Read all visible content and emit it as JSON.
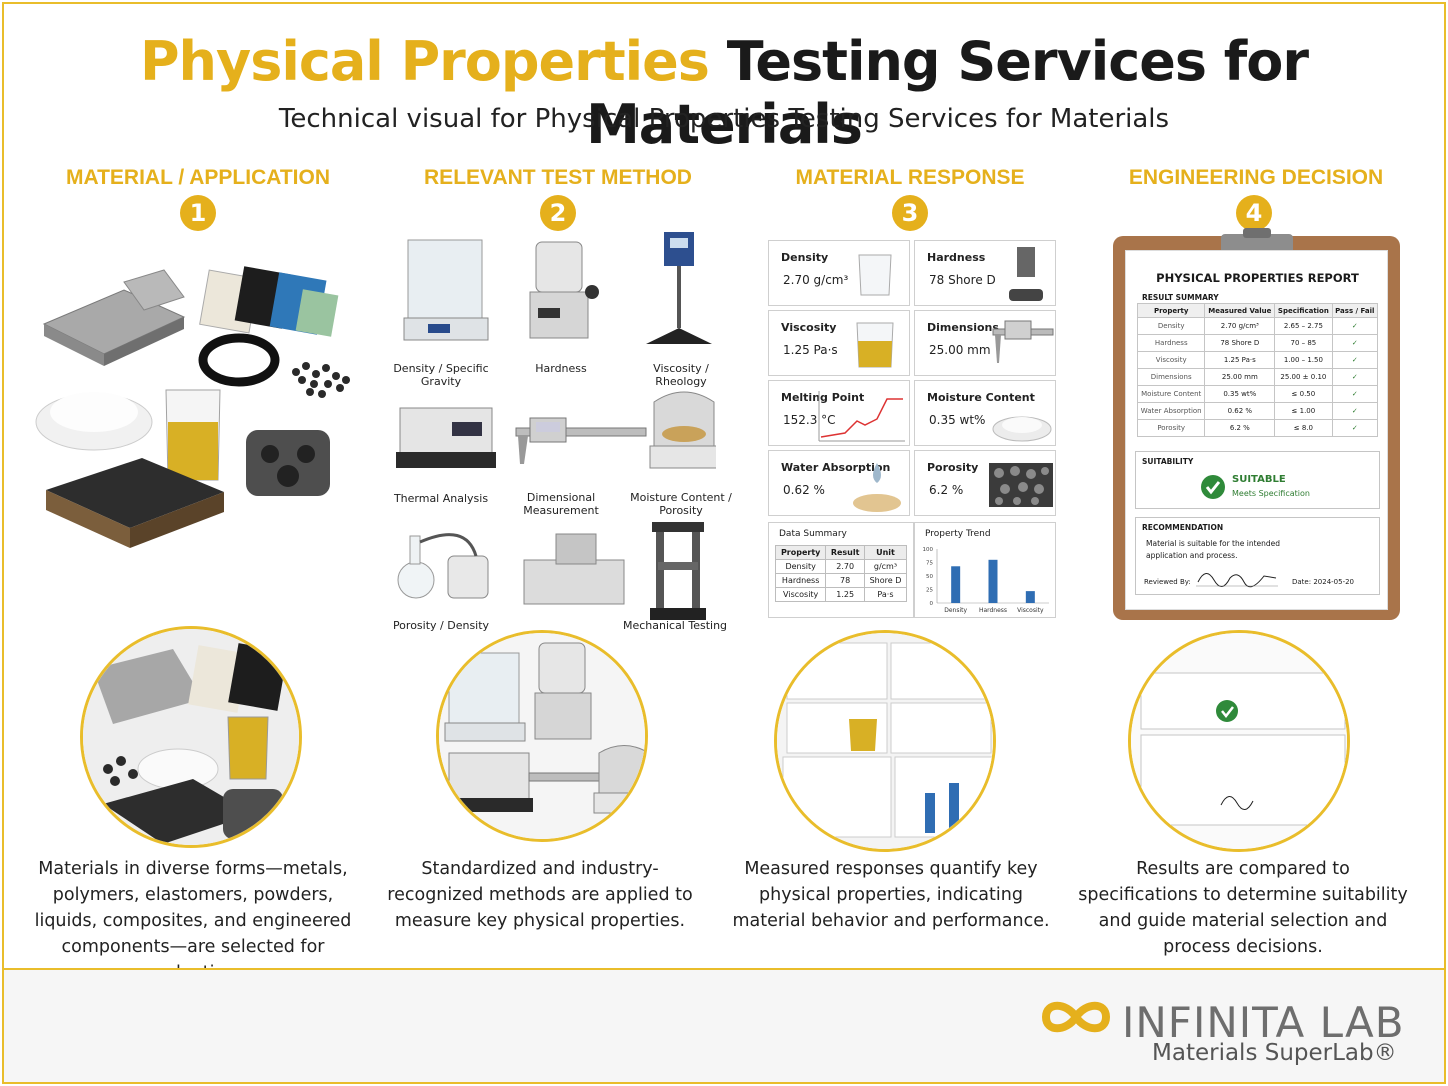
{
  "header": {
    "title_highlight": "Physical Properties",
    "title_rest": "Testing Services for Materials",
    "subtitle": "Technical visual for Physical Properties Testing Services for Materials"
  },
  "columns": [
    {
      "heading": "MATERIAL / APPLICATION",
      "number": "1",
      "description": "Materials in diverse forms—metals, polymers, elastomers, powders, liquids, composites, and engineered components—are selected for evaluation."
    },
    {
      "heading": "RELEVANT TEST METHOD",
      "number": "2",
      "description": "Standardized and industry-recognized methods are applied to measure key physical properties."
    },
    {
      "heading": "MATERIAL RESPONSE",
      "number": "3",
      "description": "Measured responses quantify key physical properties, indicating material behavior and performance."
    },
    {
      "heading": "ENGINEERING DECISION",
      "number": "4",
      "description": "Results are compared to specifications to determine suitability and guide material selection and process decisions."
    }
  ],
  "instruments": [
    "Density / Specific Gravity",
    "Hardness",
    "Viscosity / Rheology",
    "Thermal Analysis",
    "Dimensional Measurement",
    "Moisture Content / Porosity",
    "Porosity / Density",
    "",
    "Mechanical Testing"
  ],
  "response_cards": [
    {
      "title": "Density",
      "value": "2.70 g/cm³"
    },
    {
      "title": "Hardness",
      "value": "78 Shore D"
    },
    {
      "title": "Viscosity",
      "value": "1.25 Pa·s"
    },
    {
      "title": "Dimensions",
      "value": "25.00 mm"
    },
    {
      "title": "Melting Point",
      "value": "152.3 °C"
    },
    {
      "title": "Moisture Content",
      "value": "0.35 wt%"
    },
    {
      "title": "Water Absorption",
      "value": "0.62 %"
    },
    {
      "title": "Porosity",
      "value": "6.2 %"
    }
  ],
  "data_summary": {
    "title": "Data Summary",
    "headers": [
      "Property",
      "Result",
      "Unit"
    ],
    "rows": [
      [
        "Density",
        "2.70",
        "g/cm³"
      ],
      [
        "Hardness",
        "78",
        "Shore D"
      ],
      [
        "Viscosity",
        "1.25",
        "Pa·s"
      ]
    ]
  },
  "chart_data": {
    "type": "bar",
    "title": "Property Trend",
    "categories": [
      "Density",
      "Hardness",
      "Viscosity"
    ],
    "values": [
      68,
      80,
      22
    ],
    "ylim": [
      0,
      100
    ],
    "yticks": [
      0,
      25,
      50,
      75,
      100
    ],
    "color": "#2f6db3"
  },
  "report": {
    "title": "PHYSICAL PROPERTIES REPORT",
    "result_summary_label": "RESULT SUMMARY",
    "headers": [
      "Property",
      "Measured Value",
      "Specification",
      "Pass / Fail"
    ],
    "rows": [
      [
        "Density",
        "2.70 g/cm³",
        "2.65 – 2.75",
        "✓"
      ],
      [
        "Hardness",
        "78 Shore D",
        "70 – 85",
        "✓"
      ],
      [
        "Viscosity",
        "1.25 Pa·s",
        "1.00 – 1.50",
        "✓"
      ],
      [
        "Dimensions",
        "25.00 mm",
        "25.00 ± 0.10",
        "✓"
      ],
      [
        "Moisture Content",
        "0.35 wt%",
        "≤ 0.50",
        "✓"
      ],
      [
        "Water Absorption",
        "0.62 %",
        "≤ 1.00",
        "✓"
      ],
      [
        "Porosity",
        "6.2 %",
        "≤ 8.0",
        "✓"
      ]
    ],
    "suitability_label": "SUITABILITY",
    "suitable": "SUITABLE",
    "meets": "Meets Specification",
    "recommendation_label": "RECOMMENDATION",
    "recommendation_text": "Material is suitable for the intended application and process.",
    "reviewed_by": "Reviewed By:",
    "date_label": "Date:",
    "date": "2024-05-20"
  },
  "brand": {
    "name": "INFINITA LAB",
    "tagline": "Materials SuperLab®",
    "accent": "#e5b01c"
  }
}
